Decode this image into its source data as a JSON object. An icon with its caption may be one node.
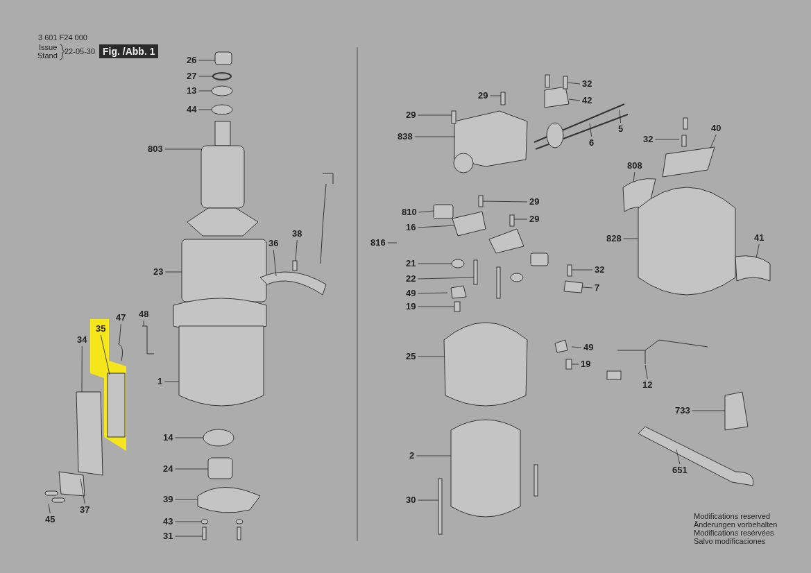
{
  "diagram": {
    "nodes": [
      {
        "text": [
          "26"
        ]
      },
      {
        "text": [
          "27"
        ]
      },
      {
        "text": [
          "13"
        ]
      },
      {
        "text": [
          "44"
        ]
      },
      {
        "text": [
          "803"
        ]
      },
      {
        "text": [
          "23"
        ]
      },
      {
        "text": [
          "1"
        ]
      },
      {
        "text": [
          "14"
        ]
      },
      {
        "text": [
          "24"
        ]
      },
      {
        "text": [
          "39"
        ]
      },
      {
        "text": [
          "43"
        ]
      },
      {
        "text": [
          "31"
        ]
      },
      {
        "text": [
          "36"
        ]
      },
      {
        "text": [
          "38"
        ]
      },
      {
        "text": [
          "48"
        ]
      },
      {
        "text": [
          "47"
        ]
      },
      {
        "text": [
          "35"
        ]
      },
      {
        "text": [
          "34"
        ]
      },
      {
        "text": [
          "37"
        ]
      },
      {
        "text": [
          "45"
        ]
      },
      {
        "text": [
          "29"
        ]
      },
      {
        "text": [
          "32"
        ]
      },
      {
        "text": [
          "42"
        ]
      },
      {
        "text": [
          "29"
        ]
      },
      {
        "text": [
          "838"
        ]
      },
      {
        "text": [
          "5"
        ]
      },
      {
        "text": [
          "6"
        ]
      },
      {
        "text": [
          "810"
        ]
      },
      {
        "text": [
          "16"
        ]
      },
      {
        "text": [
          "816"
        ]
      },
      {
        "text": [
          "21"
        ]
      },
      {
        "text": [
          "22"
        ]
      },
      {
        "text": [
          "49"
        ]
      },
      {
        "text": [
          "19"
        ]
      },
      {
        "text": [
          "29"
        ]
      },
      {
        "text": [
          "29"
        ]
      },
      {
        "text": [
          "32"
        ]
      },
      {
        "text": [
          "7"
        ]
      },
      {
        "text": [
          "25"
        ]
      },
      {
        "text": [
          "49"
        ]
      },
      {
        "text": [
          "19"
        ]
      },
      {
        "text": [
          "2"
        ]
      },
      {
        "text": [
          "30"
        ]
      },
      {
        "text": [
          "32"
        ]
      },
      {
        "text": [
          "40"
        ]
      },
      {
        "text": [
          "808"
        ]
      },
      {
        "text": [
          "828"
        ]
      },
      {
        "text": [
          "41"
        ]
      },
      {
        "text": [
          "12"
        ]
      },
      {
        "text": [
          "733"
        ]
      },
      {
        "text": [
          "651"
        ]
      }
    ],
    "edges": [
      {
        "from": 0,
        "to": null,
        "arrow": "none"
      },
      {
        "from": 1,
        "to": null,
        "arrow": "none"
      },
      {
        "from": 2,
        "to": null,
        "arrow": "none"
      },
      {
        "from": 3,
        "to": null,
        "arrow": "none"
      },
      {
        "from": 4,
        "to": null,
        "arrow": "none"
      },
      {
        "from": 5,
        "to": null,
        "arrow": "none"
      },
      {
        "from": 6,
        "to": null,
        "arrow": "none"
      },
      {
        "from": 7,
        "to": null,
        "arrow": "none"
      },
      {
        "from": 8,
        "to": null,
        "arrow": "none"
      },
      {
        "from": 9,
        "to": null,
        "arrow": "none"
      },
      {
        "from": 10,
        "to": null,
        "arrow": "none"
      },
      {
        "from": 11,
        "to": null,
        "arrow": "none"
      },
      {
        "from": 12,
        "to": null,
        "arrow": "none"
      },
      {
        "from": 13,
        "to": null,
        "arrow": "none"
      },
      {
        "from": 14,
        "to": null,
        "arrow": "none"
      },
      {
        "from": 15,
        "to": null,
        "arrow": "none"
      },
      {
        "from": 16,
        "to": null,
        "arrow": "none"
      },
      {
        "from": 17,
        "to": null,
        "arrow": "none"
      },
      {
        "from": 18,
        "to": null,
        "arrow": "none"
      },
      {
        "from": 19,
        "to": null,
        "arrow": "none"
      },
      {
        "from": 20,
        "to": null,
        "arrow": "none"
      },
      {
        "from": 21,
        "to": null,
        "arrow": "none"
      },
      {
        "from": 22,
        "to": null,
        "arrow": "none"
      },
      {
        "from": 23,
        "to": null,
        "arrow": "none"
      },
      {
        "from": 24,
        "to": null,
        "arrow": "none"
      },
      {
        "from": 25,
        "to": null,
        "arrow": "none"
      },
      {
        "from": 26,
        "to": null,
        "arrow": "none"
      },
      {
        "from": 27,
        "to": null,
        "arrow": "none"
      },
      {
        "from": 28,
        "to": null,
        "arrow": "none"
      },
      {
        "from": 29,
        "to": null,
        "arrow": "none"
      },
      {
        "from": 30,
        "to": null,
        "arrow": "none"
      },
      {
        "from": 31,
        "to": null,
        "arrow": "none"
      },
      {
        "from": 32,
        "to": null,
        "arrow": "none"
      },
      {
        "from": 33,
        "to": null,
        "arrow": "none"
      },
      {
        "from": 34,
        "to": null,
        "arrow": "none"
      },
      {
        "from": 35,
        "to": null,
        "arrow": "none"
      },
      {
        "from": 36,
        "to": null,
        "arrow": "none"
      },
      {
        "from": 37,
        "to": null,
        "arrow": "none"
      },
      {
        "from": 38,
        "to": null,
        "arrow": "none"
      },
      {
        "from": 39,
        "to": null,
        "arrow": "none"
      },
      {
        "from": 40,
        "to": null,
        "arrow": "none"
      },
      {
        "from": 41,
        "to": null,
        "arrow": "none"
      },
      {
        "from": 42,
        "to": null,
        "arrow": "none"
      },
      {
        "from": 43,
        "to": null,
        "arrow": "none"
      },
      {
        "from": 44,
        "to": null,
        "arrow": "none"
      },
      {
        "from": 45,
        "to": null,
        "arrow": "none"
      },
      {
        "from": 46,
        "to": null,
        "arrow": "none"
      },
      {
        "from": 47,
        "to": null,
        "arrow": "none"
      },
      {
        "from": 48,
        "to": null,
        "arrow": "none"
      },
      {
        "from": 49,
        "to": null,
        "arrow": "none"
      },
      {
        "from": 50,
        "to": null,
        "arrow": "none"
      }
    ],
    "labels": [
      "3 601 F24 000",
      "Issue",
      "Stand",
      "22-05-30",
      "Fig. /Abb. 1",
      "Modifications reserved",
      "Änderungen vorbehalten",
      "Modifications resérvées",
      "Salvo modificaciones"
    ]
  }
}
